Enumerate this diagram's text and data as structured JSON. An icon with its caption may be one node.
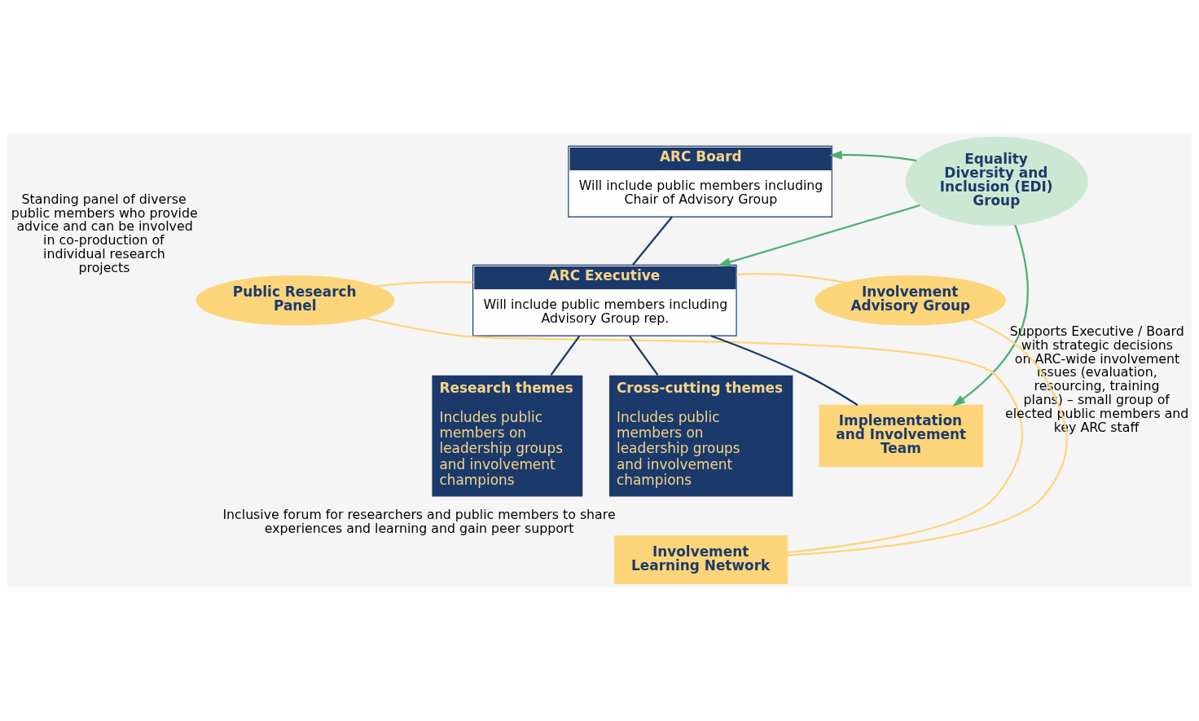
{
  "diagram": {
    "nodes": [
      {
        "text": [
          "ARC Board",
          "Will include public members including Chair of Advisory Group"
        ]
      },
      {
        "text": [
          "Equality Diversity and Inclusion (EDI) Group"
        ]
      },
      {
        "text": [
          "Public Research Panel"
        ],
        "beside": [
          "Standing panel of diverse public members who provide advice and can be involved in co-production of individual research projects"
        ]
      },
      {
        "text": [
          "ARC Executive",
          "Will include public members including Advisory Group rep."
        ]
      },
      {
        "text": [
          "Involvement Advisory Group"
        ],
        "beside": [
          "Supports Executive / Board with strategic decisions on ARC-wide involvement issues (evaluation, resourcing, training plans) – small group of elected public members and key ARC staff"
        ]
      },
      {
        "text": [
          "Research themes",
          "Includes public members on leadership groups and involvement champions"
        ]
      },
      {
        "text": [
          "Cross-cutting themes",
          "Includes public members on leadership groups and involvement champions"
        ]
      },
      {
        "text": [
          "Implementation and Involvement Team"
        ]
      },
      {
        "text": [
          "Involvement Learning Network"
        ],
        "beside": [
          "Inclusive forum for researchers and public members to share experiences and learning and gain peer support"
        ]
      }
    ],
    "edges": [
      {
        "from": 0,
        "to": 3,
        "arrow": "none",
        "color": "#1b3a6b"
      },
      {
        "from": 1,
        "to": 0,
        "arrow": "to",
        "color": "#4caf72"
      },
      {
        "from": 1,
        "to": 3,
        "arrow": "to",
        "color": "#4caf72"
      },
      {
        "from": 2,
        "to": 3,
        "arrow": "none",
        "color": "#fcd57a"
      },
      {
        "from": 3,
        "to": 4,
        "arrow": "none",
        "color": "#fcd57a"
      },
      {
        "from": 3,
        "to": 5,
        "arrow": "none",
        "color": "#1b3a6b"
      },
      {
        "from": 3,
        "to": 6,
        "arrow": "none",
        "color": "#1b3a6b"
      },
      {
        "from": 3,
        "to": 7,
        "arrow": "none",
        "color": "#1b3a6b"
      },
      {
        "from": 1,
        "to": 7,
        "arrow": "to",
        "color": "#4caf72"
      },
      {
        "from": 2,
        "to": 8,
        "arrow": "none",
        "color": "#fcd57a"
      },
      {
        "from": 4,
        "to": 8,
        "arrow": "none",
        "color": "#fcd57a"
      }
    ]
  }
}
